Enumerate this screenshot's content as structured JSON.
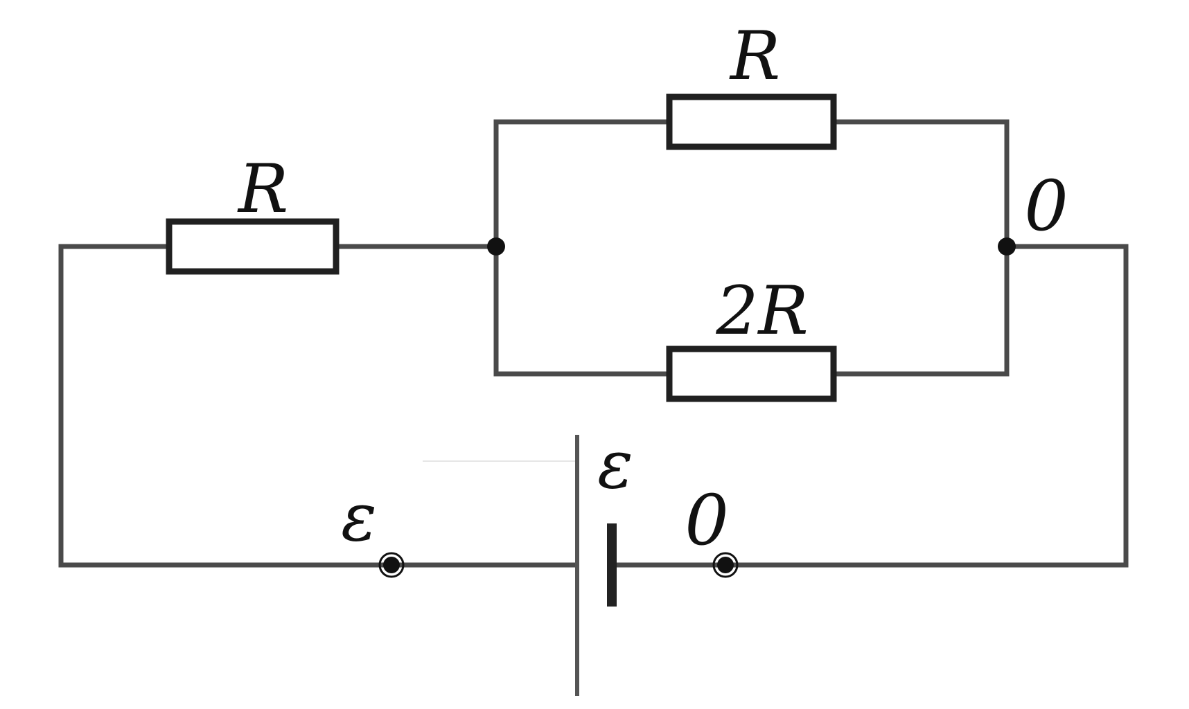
{
  "labels": {
    "top_resistor": "R",
    "left_resistor": "R",
    "bottom_resistor": "2R",
    "node_right": "0",
    "battery": "ε",
    "terminal_left": "ε",
    "terminal_right": "0"
  },
  "colors": {
    "wire": "#4a4a4a",
    "resistor_outline": "#202020",
    "label_text": "#111111"
  }
}
